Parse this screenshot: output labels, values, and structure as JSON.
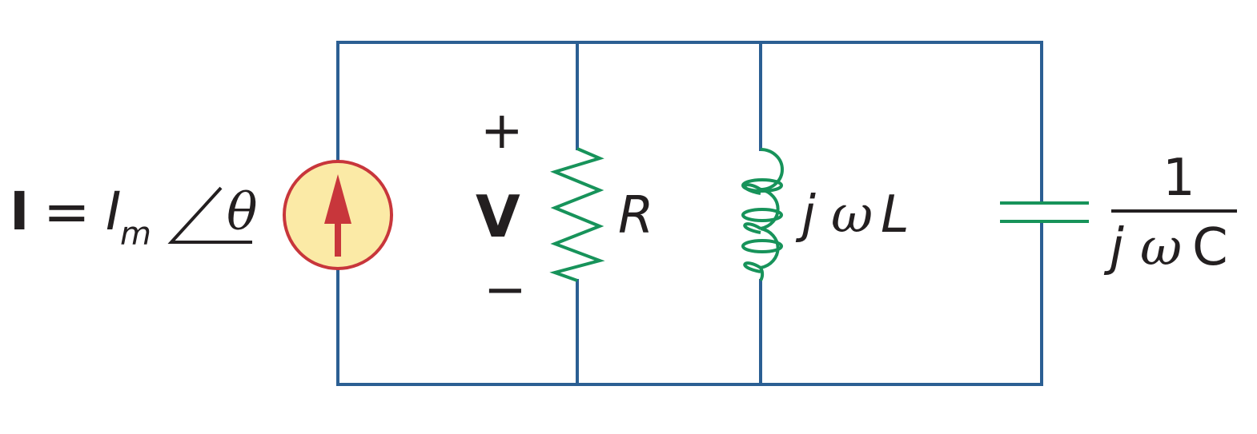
{
  "colors": {
    "wire": "#2b5f93",
    "component": "#17935a",
    "source_fill": "#fbeaa6",
    "source_border": "#c8363b",
    "arrow": "#c8363b",
    "text": "#231f20"
  },
  "source": {
    "current_symbol": "I",
    "equals": "=",
    "magnitude_symbol": "I",
    "magnitude_subscript": "m",
    "angle_symbol": "θ"
  },
  "voltage": {
    "plus": "+",
    "symbol": "V",
    "minus": "−"
  },
  "resistor": {
    "label": "R"
  },
  "inductor": {
    "label_j": "j",
    "label_omega": "ω",
    "label_L": "L"
  },
  "capacitor": {
    "numerator": "1",
    "label_j": "j",
    "label_omega": "ω",
    "label_C": "C"
  }
}
